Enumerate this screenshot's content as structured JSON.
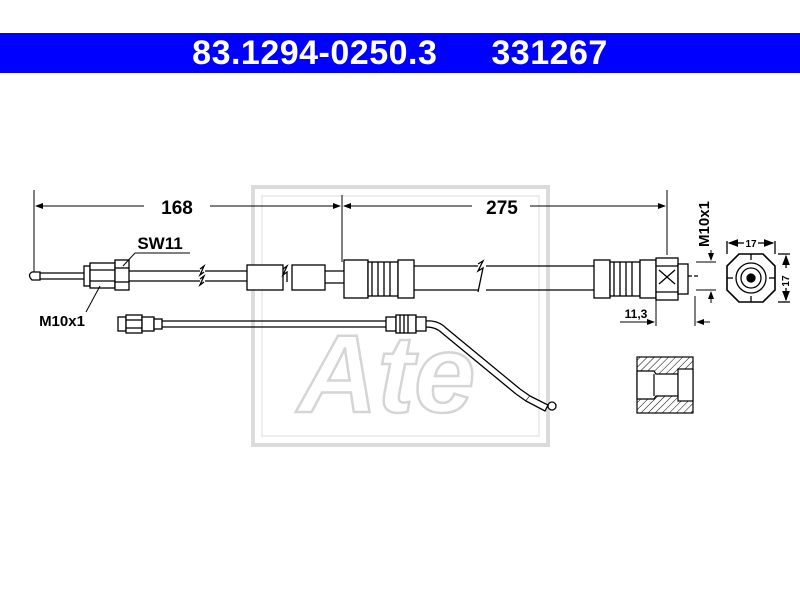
{
  "header": {
    "part_number": "83.1294-0250.3",
    "ref_number": "331267",
    "bg_color": "#0000ff"
  },
  "drawing": {
    "dim_left": "168",
    "dim_right": "275",
    "thread_right": "M10x1",
    "thread_left": "M10x1",
    "wrench_size": "SW11",
    "fitting_offset": "11,3",
    "end_view_width": "17",
    "end_view_height": "17",
    "watermark": "Ate"
  }
}
